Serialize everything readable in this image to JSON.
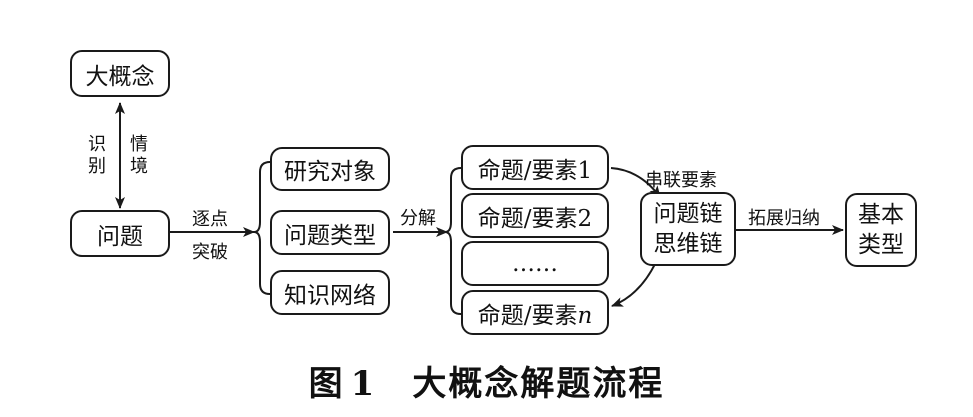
{
  "nodes": {
    "big_concept": "大概念",
    "problem": "问题",
    "research_object": "研究对象",
    "problem_type": "问题类型",
    "knowledge_network": "知识网络",
    "prop1": "命题/要素1",
    "prop2": "命题/要素2",
    "ellipsis": "……",
    "propn_prefix": "命题/要素",
    "propn_var": "n",
    "chain_line1": "问题链",
    "chain_line2": "思维链",
    "basic_line1": "基本",
    "basic_line2": "类型"
  },
  "edges": {
    "identify": [
      "识",
      "别"
    ],
    "situation": [
      "情",
      "境"
    ],
    "breakthrough_line1": "逐点",
    "breakthrough_line2": "突破",
    "decompose": "分解",
    "series": "串联要素",
    "extend": "拓展归纳"
  },
  "caption": {
    "label": "图",
    "number": "1",
    "title": "大概念解题流程"
  }
}
